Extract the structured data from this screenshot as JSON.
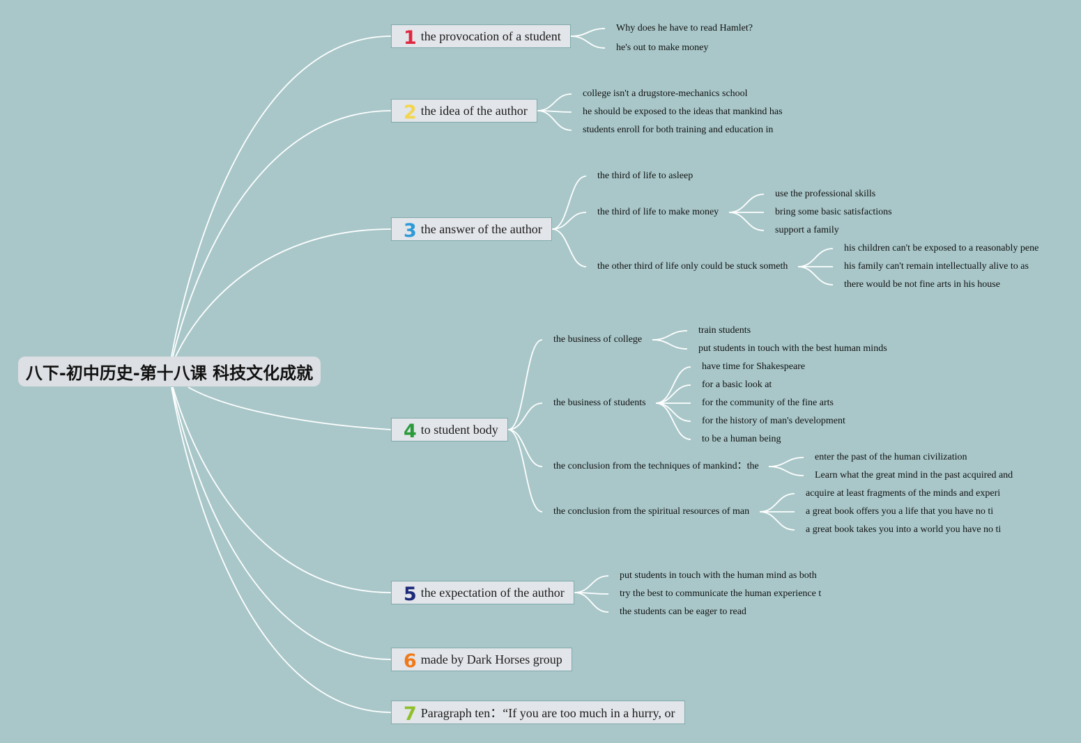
{
  "root": {
    "title": "八下-初中历史-第十八课 科技文化成就"
  },
  "branches": [
    {
      "number": "1",
      "color": "#e0273f",
      "label": "the provocation of a student",
      "children": [
        "Why does he have to read Hamlet?",
        "he's out to make money"
      ]
    },
    {
      "number": "2",
      "color": "#f3d64e",
      "label": "the idea of the author",
      "children": [
        "college isn't a drugstore-mechanics school",
        "he should be exposed to the ideas that mankind has",
        "students enroll for both training and education in"
      ]
    },
    {
      "number": "3",
      "color": "#2e9ad8",
      "label": "the answer of the author",
      "children": [
        {
          "label": "the third of life to asleep"
        },
        {
          "label": "the third of life to make money",
          "children": [
            "use the professional skills",
            "bring some basic satisfactions",
            "support a family"
          ]
        },
        {
          "label": "the other third of life only could be stuck someth",
          "children": [
            "his children can't be exposed to a reasonably pene",
            "his family can't remain intellectually alive to as",
            "there would be not fine arts in his house"
          ]
        }
      ]
    },
    {
      "number": "4",
      "color": "#2a9a3a",
      "label": "to student body",
      "children": [
        {
          "label": "the business of college",
          "children": [
            "train students",
            "put students in touch with the best human minds"
          ]
        },
        {
          "label": "the business of students",
          "children": [
            "have time for Shakespeare",
            "for a basic look at",
            "for the community of the fine arts",
            "for the history of man's development",
            "to be a human being"
          ]
        },
        {
          "label": "the conclusion from the techniques of mankind：the",
          "children": [
            "enter the past of the human civilization",
            "Learn what the great mind in the past acquired and"
          ]
        },
        {
          "label": "the conclusion from the spiritual resources of man",
          "children": [
            "acquire at least fragments of the minds and experi",
            "a great book offers you a life that you have no ti",
            "a great book takes you into a world you have no ti"
          ]
        }
      ]
    },
    {
      "number": "5",
      "color": "#1c2a7a",
      "label": "the expectation of the author",
      "children": [
        "put students in touch with the human mind as both",
        "try the best to communicate the human experience t",
        "the students can be eager to read"
      ]
    },
    {
      "number": "6",
      "color": "#f07a1a",
      "label": "made by Dark Horses group",
      "children": []
    },
    {
      "number": "7",
      "color": "#8fbf2a",
      "label": "Paragraph ten：“If you are too much in a hurry, or",
      "children": []
    }
  ]
}
